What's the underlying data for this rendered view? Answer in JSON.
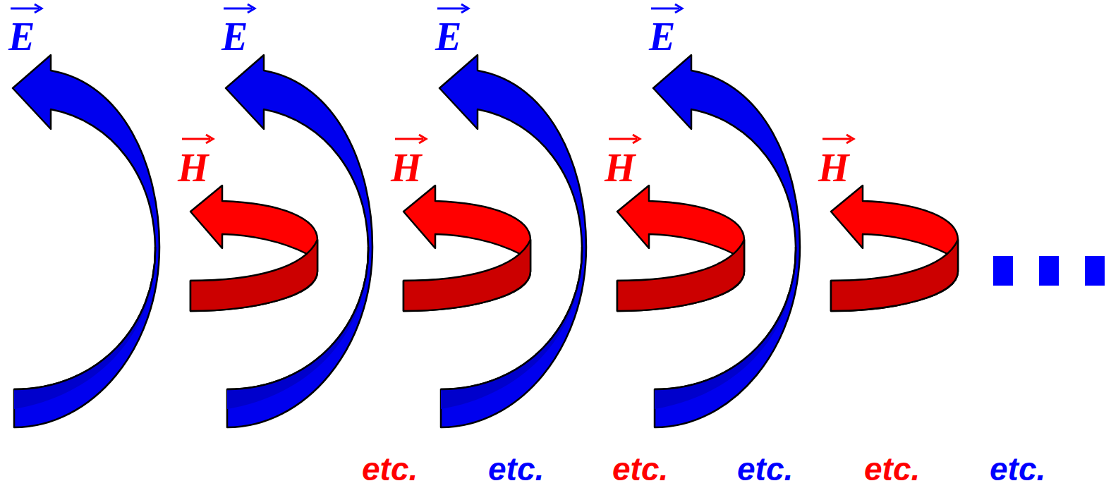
{
  "diagram": {
    "labels": [
      "E",
      "E",
      "E",
      "E",
      "H",
      "H",
      "H",
      "H",
      "etc.",
      "etc.",
      "etc.",
      "etc.",
      "etc.",
      "etc."
    ]
  }
}
